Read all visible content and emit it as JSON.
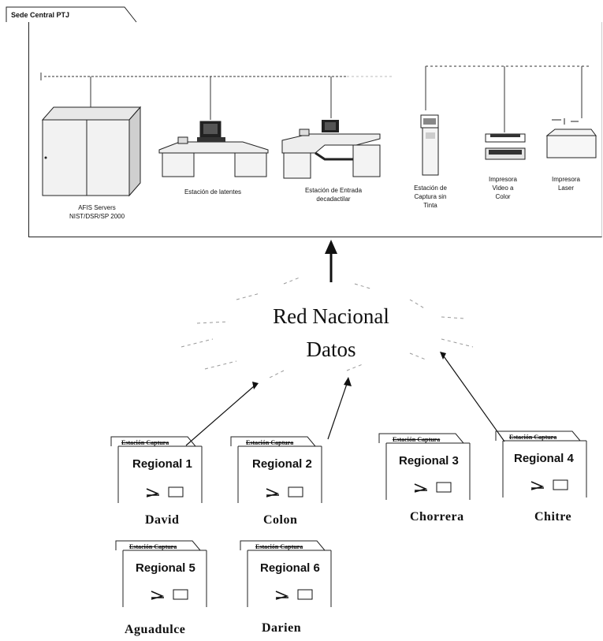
{
  "hq": {
    "title": "Sede Central PTJ",
    "devices": [
      {
        "name": "afis-servers",
        "label_line1": "AFIS Servers",
        "label_line2": "NIST/DSR/SP 2000"
      },
      {
        "name": "latentes-station",
        "label_line1": "Estación de latentes",
        "label_line2": ""
      },
      {
        "name": "entrada-station",
        "label_line1": "Estación de Entrada",
        "label_line2": "decadactilar"
      },
      {
        "name": "captura-sin-tinta",
        "label_line1": "Estación de",
        "label_line2": "Captura sin",
        "label_line3": "Tinta"
      },
      {
        "name": "impresora-video",
        "label_line1": "Impresora",
        "label_line2": "Video a",
        "label_line3": "Color"
      },
      {
        "name": "impresora-laser",
        "label_line1": "Impresora",
        "label_line2": "Laser"
      }
    ]
  },
  "network": {
    "title": "Red Nacional",
    "subtitle": "Datos"
  },
  "stations": [
    {
      "tab": "Estación Captura",
      "name": "Regional 1",
      "city": "David"
    },
    {
      "tab": "Estación Captura",
      "name": "Regional 2",
      "city": "Colon"
    },
    {
      "tab": "Estación Captura",
      "name": "Regional 3",
      "city": "Chorrera"
    },
    {
      "tab": "Estación Captura",
      "name": "Regional 4",
      "city": "Chitre"
    },
    {
      "tab": "Estación Captura",
      "name": "Regional 5",
      "city": "Aguadulce"
    },
    {
      "tab": "Estación Captura",
      "name": "Regional 6",
      "city": "Darien"
    }
  ]
}
